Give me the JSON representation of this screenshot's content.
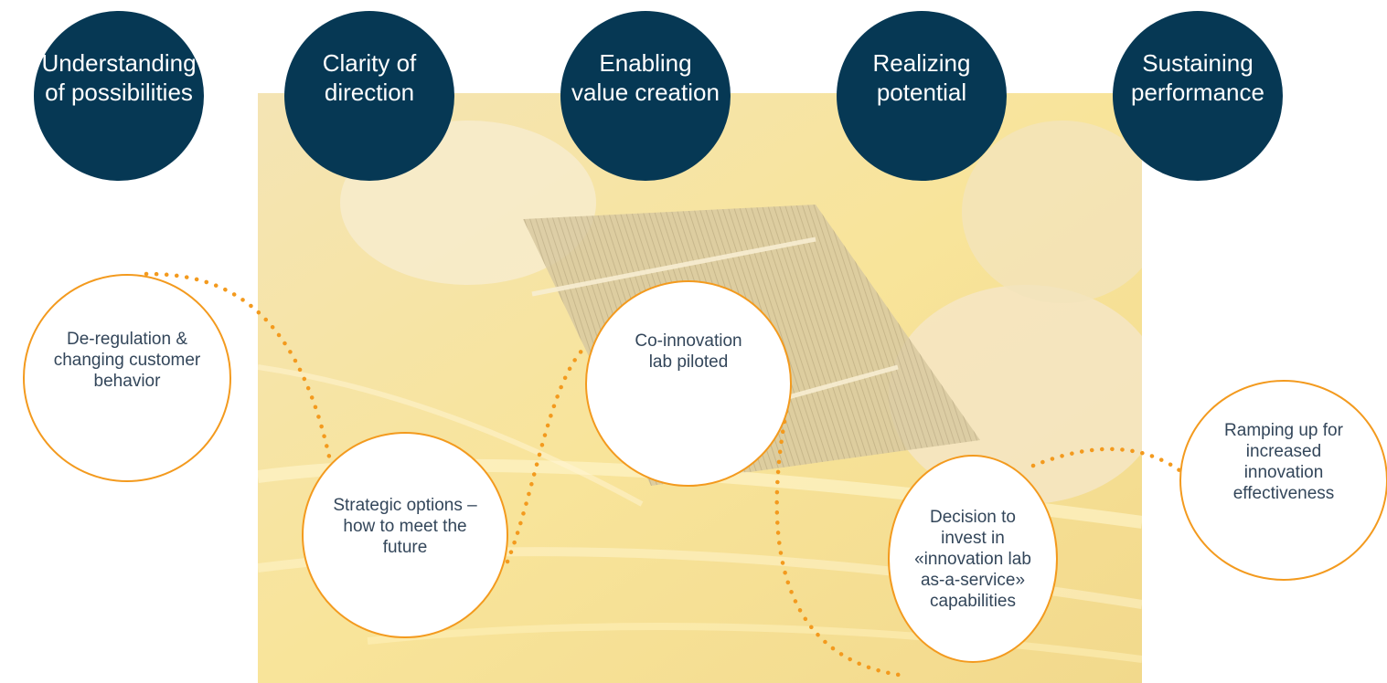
{
  "colors": {
    "phase_fill": "#063854",
    "phase_text": "#ffffff",
    "milestone_border": "#F39A1E",
    "milestone_text": "#33465a",
    "connector": "#F39A1E",
    "photo_tint": "#F6E2A6"
  },
  "phases": [
    {
      "label": "Understanding of possibilities"
    },
    {
      "label": "Clarity of direction"
    },
    {
      "label": "Enabling value creation"
    },
    {
      "label": "Realizing potential"
    },
    {
      "label": "Sustaining performance"
    }
  ],
  "milestones": [
    {
      "label": "De-regulation & changing customer behavior"
    },
    {
      "label": "Strategic options – how to meet the future"
    },
    {
      "label": "Co-innovation lab piloted"
    },
    {
      "label": "Decision to invest in «innovation lab as-a-service» capabilities"
    },
    {
      "label": "Ramping up for increased innovation effectiveness"
    }
  ]
}
